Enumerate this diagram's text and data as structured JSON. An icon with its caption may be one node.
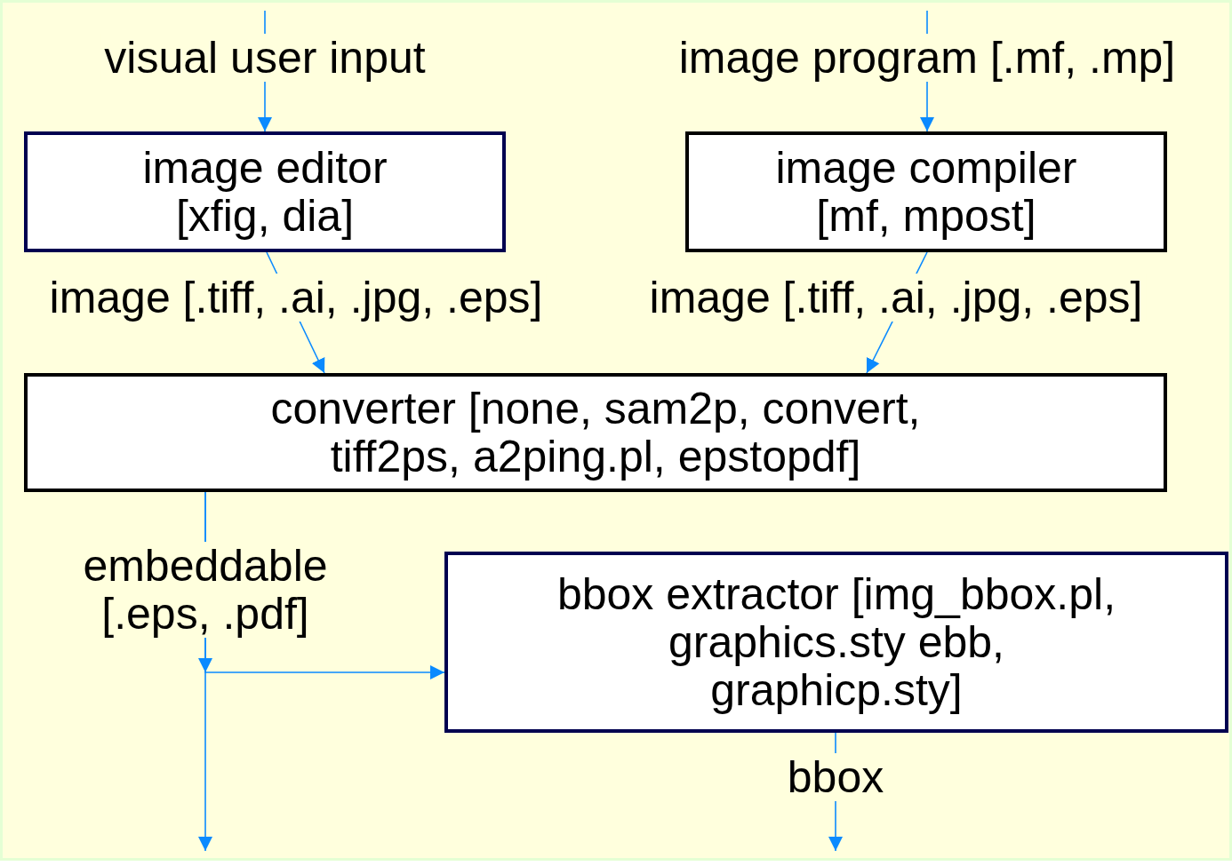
{
  "diagram": {
    "nodes": [
      {
        "text": [
          "image editor [xfig, dia]"
        ]
      },
      {
        "text": [
          "image compiler [mf, mpost]"
        ]
      },
      {
        "text": [
          "converter [none, sam2p, convert, tiff2ps, a2ping.pl, epstopdf]"
        ]
      },
      {
        "text": [
          "bbox extractor [img_bbox.pl, graphics.sty ebb, graphicp.sty]"
        ]
      }
    ],
    "edges": [
      {
        "from": null,
        "to": 0,
        "arrow": "to",
        "label": "visual user input"
      },
      {
        "from": null,
        "to": 1,
        "arrow": "to",
        "label": "image program [.mf, .mp]"
      },
      {
        "from": 0,
        "to": 2,
        "arrow": "to",
        "label": "image [.tiff, .ai, .jpg, .eps]"
      },
      {
        "from": 1,
        "to": 2,
        "arrow": "to",
        "label": "image [.tiff, .ai, .jpg, .eps]"
      },
      {
        "from": 2,
        "to": 3,
        "arrow": "to",
        "label": "embeddable [.eps, .pdf]"
      },
      {
        "from": 2,
        "to": null,
        "arrow": "to"
      },
      {
        "from": 3,
        "to": null,
        "arrow": "to",
        "label": "bbox"
      }
    ]
  }
}
